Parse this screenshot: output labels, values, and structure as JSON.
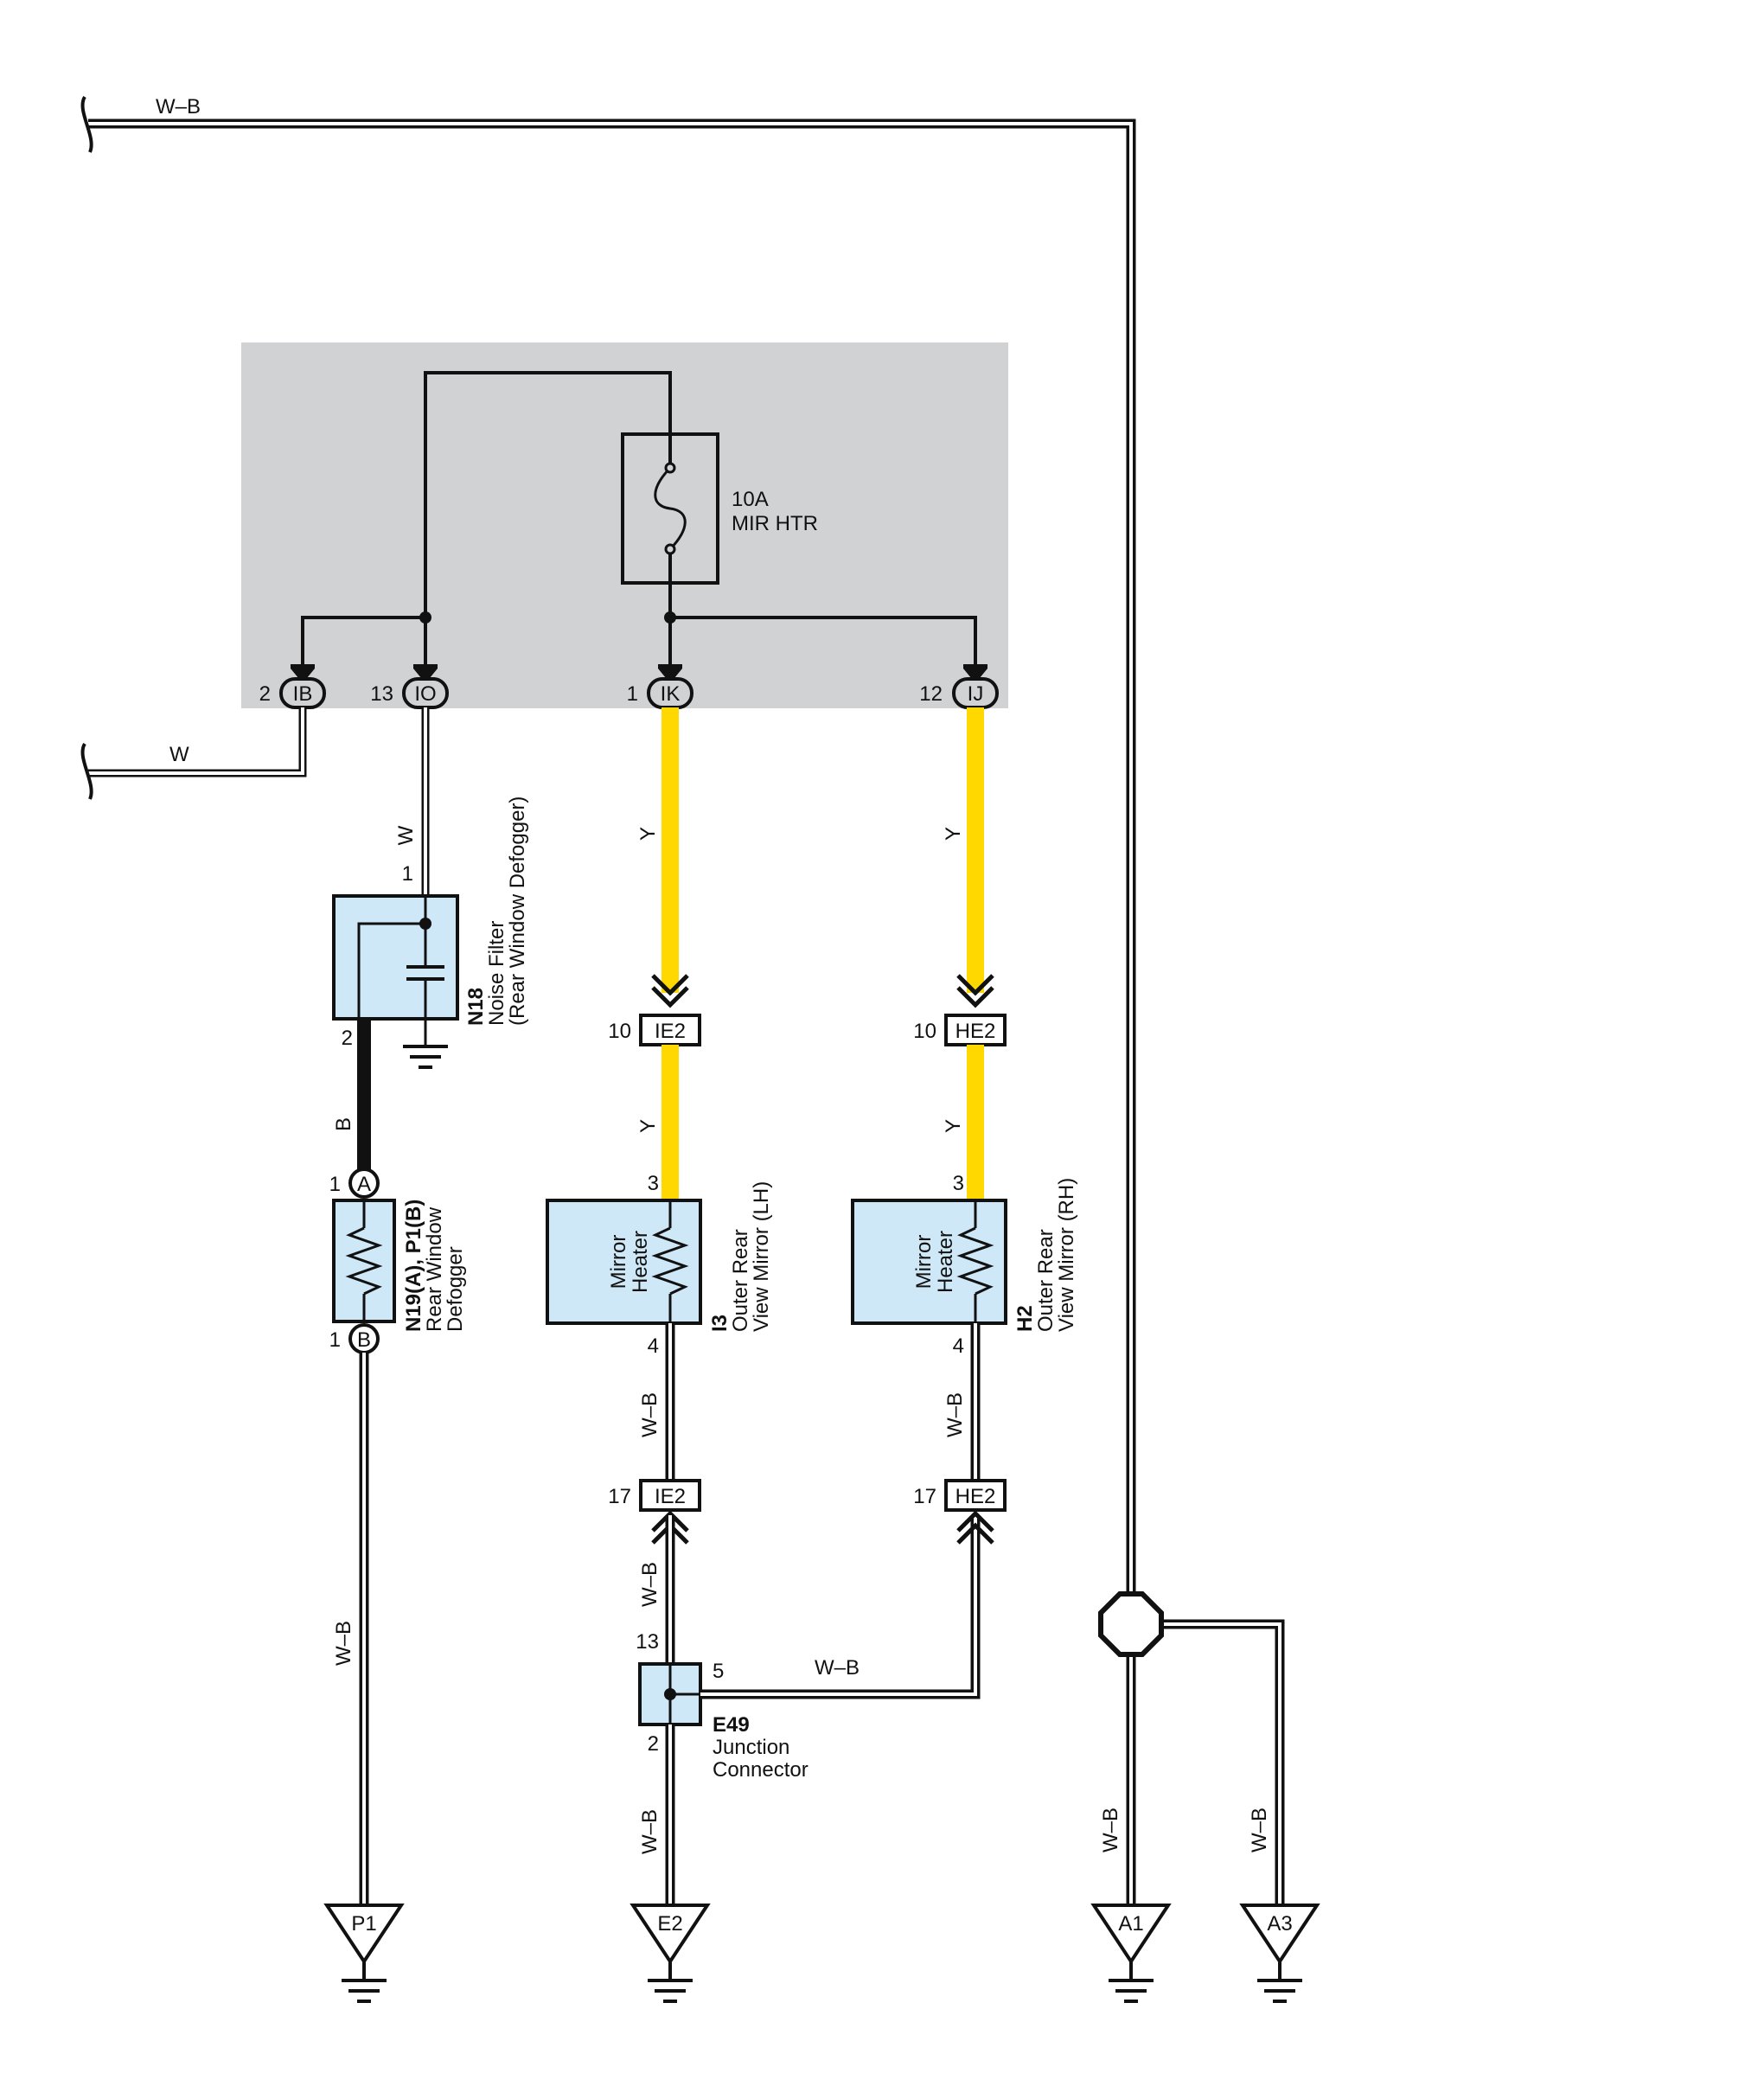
{
  "wires": {
    "top_wb": "W–B",
    "left_w": "W",
    "io_w": "W",
    "ik_y1": "Y",
    "ij_y1": "Y",
    "ik_y2": "Y",
    "ij_y2": "Y",
    "n18_b": "B",
    "p1_wb": "W–B",
    "i3_wb": "W–B",
    "h2_wb": "W–B",
    "e49_in_wb": "W–B",
    "e49_out_wb": "W–B",
    "e49_to_he2_wb": "W–B",
    "a1_wb": "W–B",
    "a3_wb": "W–B"
  },
  "fuse": {
    "rating": "10A",
    "name": "MIR HTR"
  },
  "block_terminals": [
    {
      "pin": "2",
      "code": "IB"
    },
    {
      "pin": "13",
      "code": "IO"
    },
    {
      "pin": "1",
      "code": "IK"
    },
    {
      "pin": "12",
      "code": "IJ"
    }
  ],
  "connectors": {
    "ie2_top": {
      "pin": "10",
      "code": "IE2"
    },
    "he2_top": {
      "pin": "10",
      "code": "HE2"
    },
    "ie2_bot": {
      "pin": "17",
      "code": "IE2"
    },
    "he2_bot": {
      "pin": "17",
      "code": "HE2"
    }
  },
  "n18": {
    "code": "N18",
    "line1": "Noise Filter",
    "line2": "(Rear Window Defogger)",
    "pin1": "1",
    "pin2": "2"
  },
  "defogger": {
    "code": "N19(A), P1(B)",
    "line1": "Rear Window",
    "line2": "Defogger",
    "pinA": "1",
    "pinB": "1",
    "markA": "A",
    "markB": "B"
  },
  "i3": {
    "code": "I3",
    "line1": "Outer Rear",
    "line2": "View Mirror (LH)",
    "inner1": "Mirror",
    "inner2": "Heater",
    "pin_top": "3",
    "pin_bot": "4"
  },
  "h2": {
    "code": "H2",
    "line1": "Outer Rear",
    "line2": "View Mirror (RH)",
    "inner1": "Mirror",
    "inner2": "Heater",
    "pin_top": "3",
    "pin_bot": "4"
  },
  "e49": {
    "code": "E49",
    "line1": "Junction",
    "line2": "Connector",
    "pin_top": "13",
    "pin_right": "5",
    "pin_bot": "2"
  },
  "grounds": [
    "P1",
    "E2",
    "A1",
    "A3"
  ],
  "colors": {
    "block_fill": "#d1d2d4",
    "component_fill": "#cfe8f7",
    "yellow_wire": "#ffd800",
    "line": "#111111"
  }
}
